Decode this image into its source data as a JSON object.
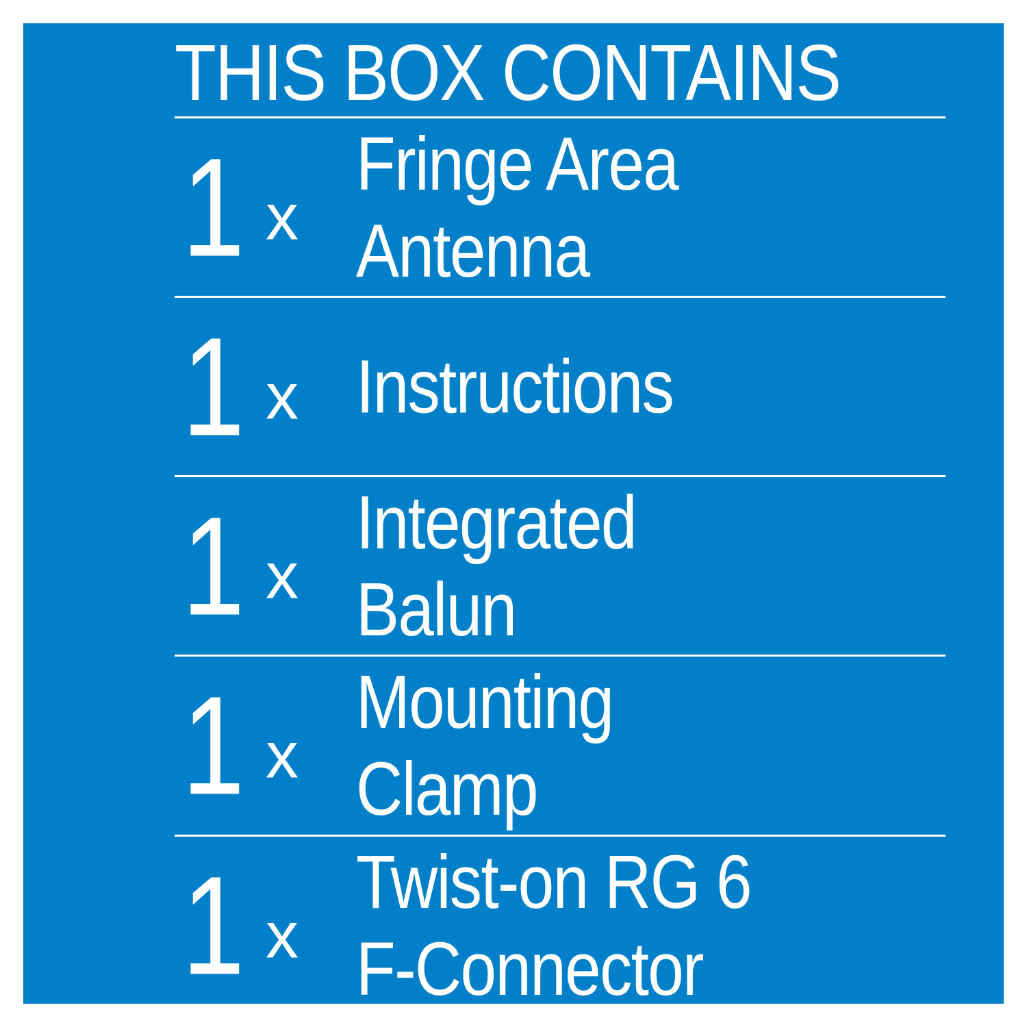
{
  "title": "THIS BOX CONTAINS",
  "items": [
    {
      "qty": "1",
      "x": "x",
      "line1": "Fringe Area",
      "line2": "Antenna"
    },
    {
      "qty": "1",
      "x": "x",
      "line1": "Instructions",
      "line2": ""
    },
    {
      "qty": "1",
      "x": "x",
      "line1": "Integrated",
      "line2": "Balun"
    },
    {
      "qty": "1",
      "x": "x",
      "line1": "Mounting",
      "line2": "Clamp"
    },
    {
      "qty": "1",
      "x": "x",
      "line1": "Twist-on RG 6",
      "line2": "F-Connector"
    }
  ],
  "colors": {
    "background": "#0180C9",
    "text": "#ffffff"
  }
}
